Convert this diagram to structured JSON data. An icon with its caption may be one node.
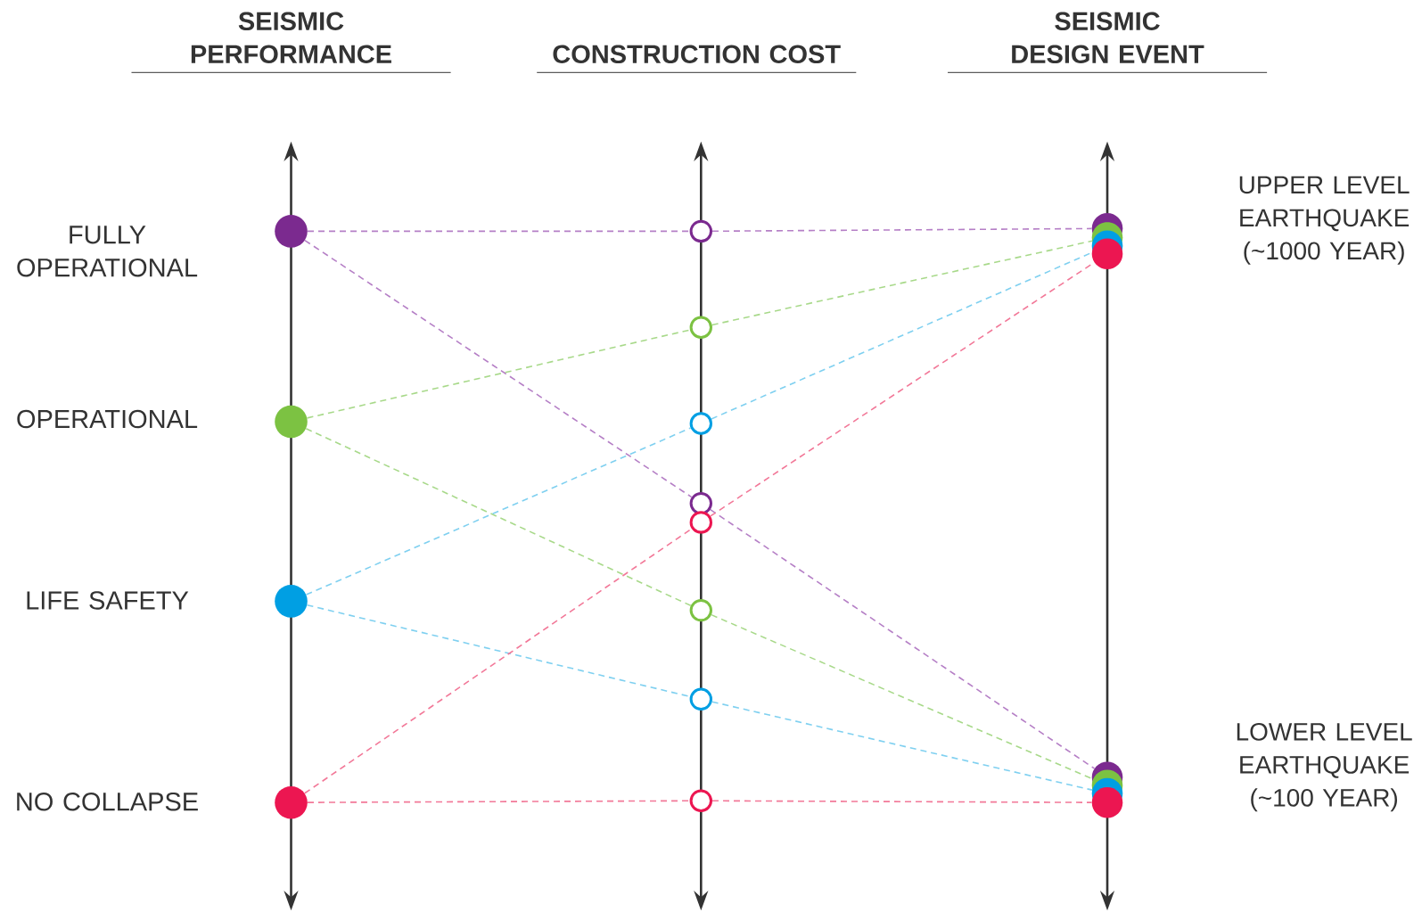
{
  "diagram": {
    "nodes": [
      {
        "text": [],
        "shape": "circle",
        "beside": [
          "FULLY OPERATIONAL"
        ]
      },
      {
        "text": [],
        "shape": "circle",
        "beside": [
          "OPERATIONAL"
        ]
      },
      {
        "text": [],
        "shape": "circle",
        "beside": [
          "LIFE SAFETY"
        ]
      },
      {
        "text": [],
        "shape": "circle",
        "beside": [
          "NO COLLAPSE"
        ]
      },
      {
        "text": [],
        "shape": "circle"
      },
      {
        "text": [],
        "shape": "circle"
      },
      {
        "text": [],
        "shape": "circle"
      },
      {
        "text": [],
        "shape": "circle"
      },
      {
        "text": [],
        "shape": "circle"
      },
      {
        "text": [],
        "shape": "circle"
      },
      {
        "text": [],
        "shape": "circle"
      },
      {
        "text": [],
        "shape": "circle"
      },
      {
        "text": [],
        "shape": "circle"
      },
      {
        "text": [],
        "shape": "circle"
      },
      {
        "text": [],
        "shape": "circle"
      },
      {
        "text": [],
        "shape": "circle"
      },
      {
        "text": [],
        "shape": "circle"
      },
      {
        "text": [],
        "shape": "circle"
      },
      {
        "text": [],
        "shape": "circle"
      },
      {
        "text": [],
        "shape": "circle"
      }
    ],
    "edges": [
      {
        "from": 0,
        "to": 4,
        "arrow": "none",
        "style": "dashed",
        "color": "#b57fc6"
      },
      {
        "from": 4,
        "to": 12,
        "arrow": "none",
        "style": "dashed",
        "color": "#b57fc6"
      },
      {
        "from": 0,
        "to": 7,
        "arrow": "none",
        "style": "dashed",
        "color": "#b57fc6"
      },
      {
        "from": 7,
        "to": 16,
        "arrow": "none",
        "style": "dashed",
        "color": "#b57fc6"
      },
      {
        "from": 1,
        "to": 5,
        "arrow": "none",
        "style": "dashed",
        "color": "#a8d98a"
      },
      {
        "from": 5,
        "to": 13,
        "arrow": "none",
        "style": "dashed",
        "color": "#a8d98a"
      },
      {
        "from": 1,
        "to": 9,
        "arrow": "none",
        "style": "dashed",
        "color": "#a8d98a"
      },
      {
        "from": 9,
        "to": 17,
        "arrow": "none",
        "style": "dashed",
        "color": "#a8d98a"
      },
      {
        "from": 2,
        "to": 6,
        "arrow": "none",
        "style": "dashed",
        "color": "#7fd0f0"
      },
      {
        "from": 6,
        "to": 14,
        "arrow": "none",
        "style": "dashed",
        "color": "#7fd0f0"
      },
      {
        "from": 2,
        "to": 10,
        "arrow": "none",
        "style": "dashed",
        "color": "#7fd0f0"
      },
      {
        "from": 10,
        "to": 18,
        "arrow": "none",
        "style": "dashed",
        "color": "#7fd0f0"
      },
      {
        "from": 3,
        "to": 8,
        "arrow": "none",
        "style": "dashed",
        "color": "#f27898"
      },
      {
        "from": 8,
        "to": 15,
        "arrow": "none",
        "style": "dashed",
        "color": "#f27898"
      },
      {
        "from": 3,
        "to": 11,
        "arrow": "none",
        "style": "dashed",
        "color": "#f27898"
      },
      {
        "from": 11,
        "to": 19,
        "arrow": "none",
        "style": "dashed",
        "color": "#f27898"
      }
    ],
    "labels": [
      "SEISMIC PERFORMANCE",
      "CONSTRUCTION COST",
      "SEISMIC DESIGN EVENT",
      "UPPER LEVEL EARTHQUAKE (~1000 YEAR)",
      "LOWER LEVEL EARTHQUAKE (~100 YEAR)"
    ]
  }
}
